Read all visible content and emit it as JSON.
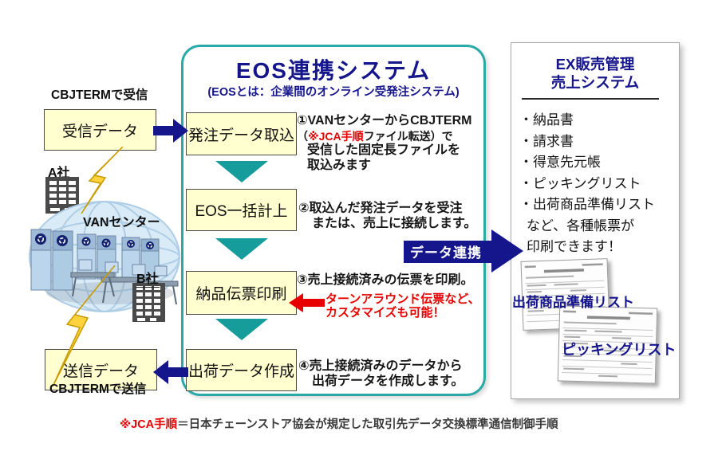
{
  "colors": {
    "navy": "#15158C",
    "teal_border": "#2BA9A9",
    "teal_arrow": "#179C9C",
    "box_yellow": "#FFFFCF",
    "red": "#E60000",
    "bolt_yellow": "#FFD23E"
  },
  "left": {
    "receive_caption": "CBJTERMで受信",
    "receive_box": "受信データ",
    "company_a": "A社",
    "van_label": "VANセンター",
    "company_b": "B社",
    "send_caption": "CBJTERMで送信",
    "send_box": "送信データ"
  },
  "eos": {
    "title": "EOS連携システム",
    "subtitle": "(EOSとは：企業間のオンライン受発注システム)",
    "boxes": [
      "発注データ取込",
      "EOS一括計上",
      "納品伝票印刷",
      "出荷データ作成"
    ],
    "step1": {
      "line1": "①VANセンターからCBJTERM",
      "line2_pre": "（",
      "line2_red": "※JCA手順",
      "line2_post": "ファイル転送）で",
      "line3": "受信した固定長ファイルを",
      "line4": "取込みます"
    },
    "step2": {
      "line1": "②取込んだ発注データを受注",
      "line2": "または、売上に接続します。"
    },
    "step3": {
      "line1": "③売上接続済みの伝票を印刷。",
      "red1": "ターンアラウンド伝票など、",
      "red2": "カスタマイズも可能！"
    },
    "step4": {
      "line1": "④売上接続済みのデータから",
      "line2": "出荷データを作成します。"
    }
  },
  "link_arrow": {
    "label": "データ連携"
  },
  "right": {
    "title1": "EX販売管理",
    "title2": "売上システム",
    "items": [
      "・納品書",
      "・請求書",
      "・得意先元帳",
      "・ピッキングリスト",
      "・出荷商品準備リスト"
    ],
    "more1": "など、各種帳票が",
    "more2": "印刷できます！",
    "doc1_label": "出荷商品準備リスト",
    "doc2_label": "ピッキングリスト"
  },
  "footnote": {
    "red": "※JCA手順",
    "rest": "＝日本チェーンストア協会が規定した取引先データ交換標準通信制御手順"
  }
}
